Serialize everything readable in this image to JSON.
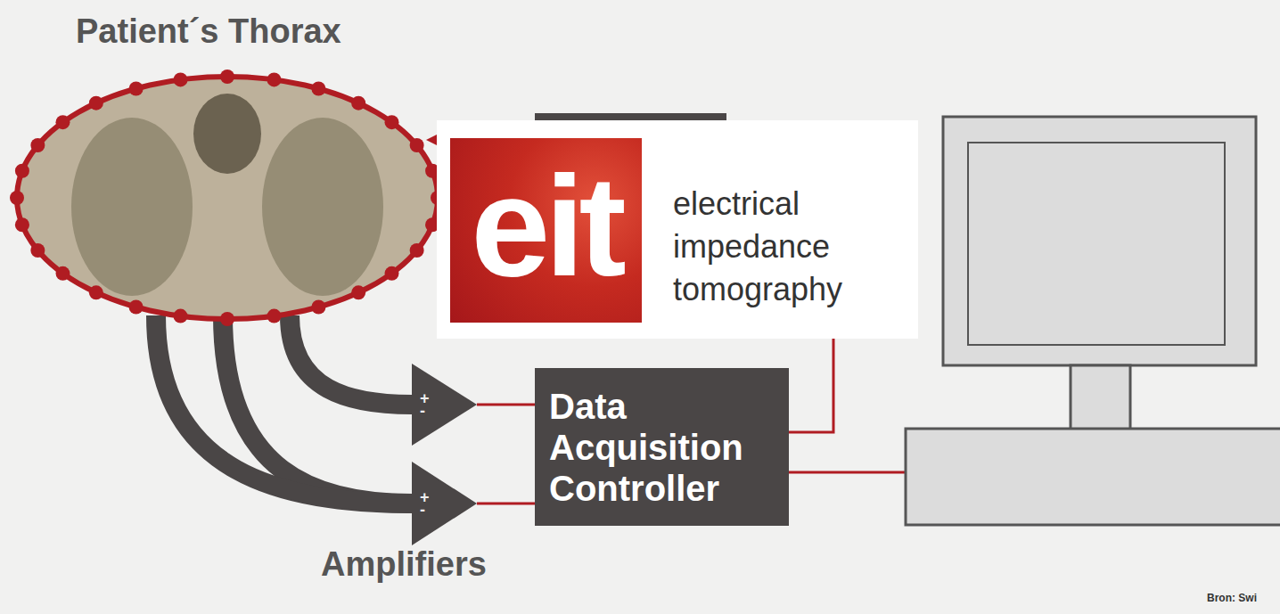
{
  "diagram": {
    "nodes": [
      {
        "text": [
          "Patient´s Thorax"
        ]
      },
      {
        "text": [
          "+",
          "-"
        ]
      },
      {
        "text": [
          "+",
          "-"
        ]
      },
      {
        "text": [
          "eit",
          "electrical impedance tomography"
        ]
      },
      {
        "text": [
          "Data Acquisition Controller"
        ]
      }
    ],
    "edges": [
      {
        "from": 0,
        "to": 1,
        "arrow": "none"
      },
      {
        "from": 0,
        "to": 2,
        "arrow": "none"
      },
      {
        "from": 0,
        "to": 2,
        "arrow": "none"
      },
      {
        "from": 1,
        "to": 4,
        "arrow": "none"
      },
      {
        "from": 2,
        "to": 4,
        "arrow": "none"
      },
      {
        "from": 3,
        "to": 4,
        "arrow": "none"
      }
    ],
    "labels": [
      "Amplifiers",
      "Bron: Swi"
    ]
  }
}
